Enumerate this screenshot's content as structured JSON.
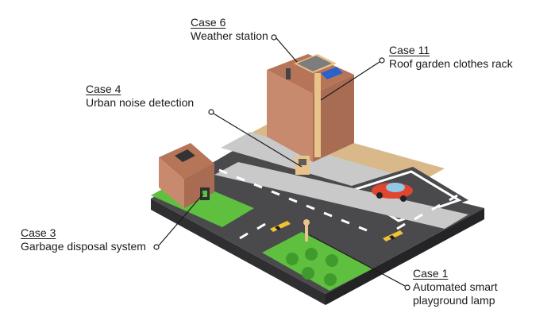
{
  "callouts": [
    {
      "id": "case6",
      "case": "Case 6",
      "lines": [
        "Weather station"
      ]
    },
    {
      "id": "case11",
      "case": "Case 11",
      "lines": [
        "Roof garden clothes rack"
      ]
    },
    {
      "id": "case4",
      "case": "Case 4",
      "lines": [
        "Urban noise detection"
      ]
    },
    {
      "id": "case3",
      "case": "Case 3",
      "lines": [
        "Garbage disposal system"
      ]
    },
    {
      "id": "case1",
      "case": "Case 1",
      "lines": [
        "Automated smart",
        "playground lamp"
      ]
    }
  ],
  "colors": {
    "grass": "#5fbf3f",
    "road": "#4a4a4d",
    "sidewalk": "#c9c9c9",
    "building": "#c88a6e",
    "building_dark": "#a86c52",
    "sand": "#d9b98a",
    "car": "#e2452f"
  }
}
